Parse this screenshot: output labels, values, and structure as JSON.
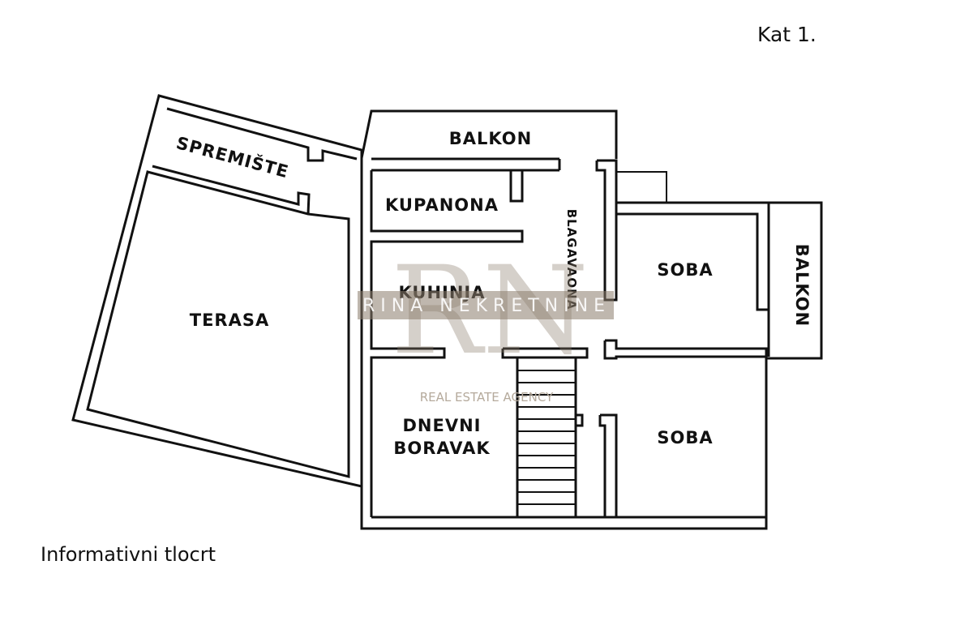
{
  "heading": "Kat 1.",
  "caption": "Informativni tlocrt",
  "rooms": {
    "spremiste": "SPREMIŠTE",
    "terasa": "TERASA",
    "balkon_top": "BALKON",
    "kupaonica": "KUPANONA",
    "kuhinja": "KUHINJA",
    "blagavaona": "BLAGAVAONA",
    "dnevni_line1": "DNEVNI",
    "dnevni_line2": "BORAVAK",
    "soba_upper": "SOBA",
    "soba_lower": "SOBA",
    "balkon_right": "BALKON"
  },
  "watermark": {
    "monogram": "RN",
    "name": "RINA NEKRETNINE",
    "tagline": "REAL ESTATE AGENCY"
  },
  "colors": {
    "walls": "#111111",
    "watermark": "#8a7b6b"
  }
}
